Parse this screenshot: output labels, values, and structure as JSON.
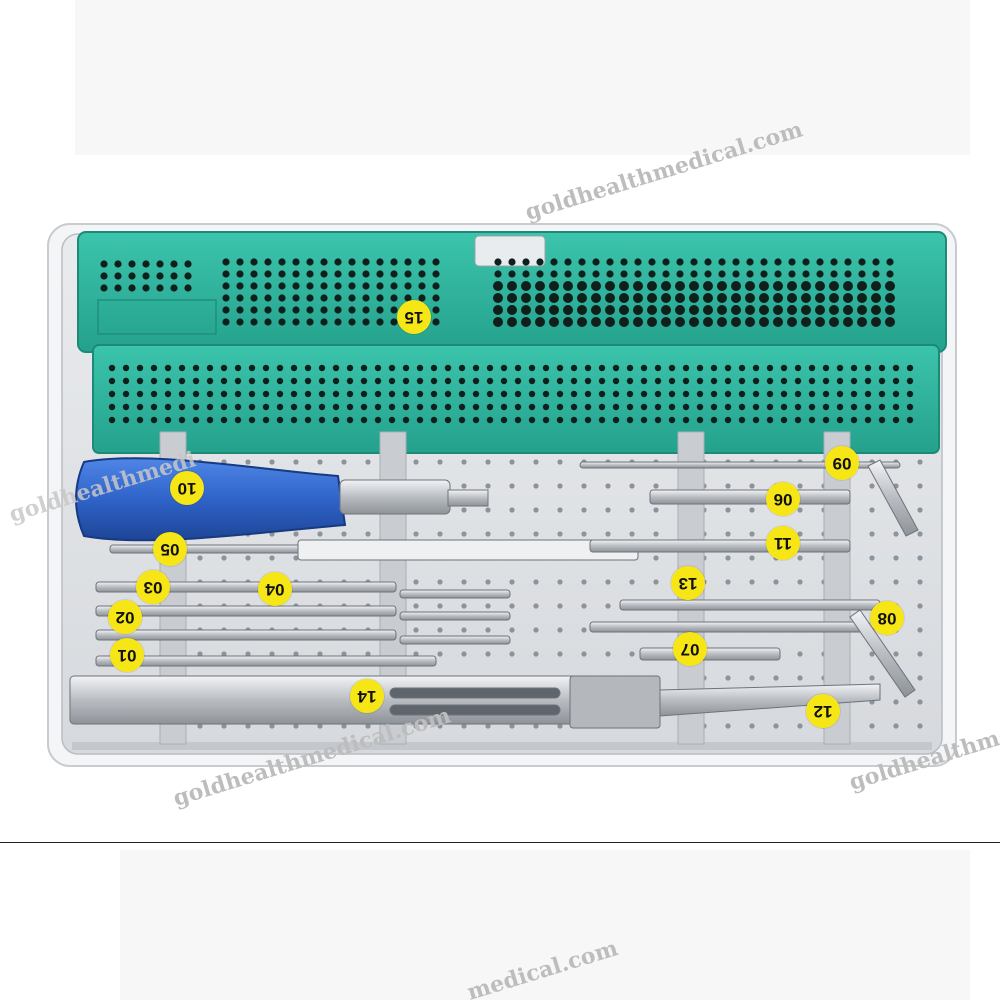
{
  "watermark": {
    "text": "goldhealthmedical.com",
    "fragment_left": "goldhealthmedi",
    "fragment_right": "goldhealthme",
    "fragment_bottom": "medical.com",
    "color": "#bdbdbd"
  },
  "labels": [
    "15",
    "10",
    "09",
    "06",
    "05",
    "11",
    "03",
    "04",
    "13",
    "02",
    "08",
    "01",
    "07",
    "14",
    "12"
  ],
  "colors": {
    "tray": "#e4e6e9",
    "tray_frame": "#cfd2d6",
    "lid_teal": "#2fb7a0",
    "handle_blue": "#2f63c9",
    "label_yellow": "#f6e616"
  }
}
